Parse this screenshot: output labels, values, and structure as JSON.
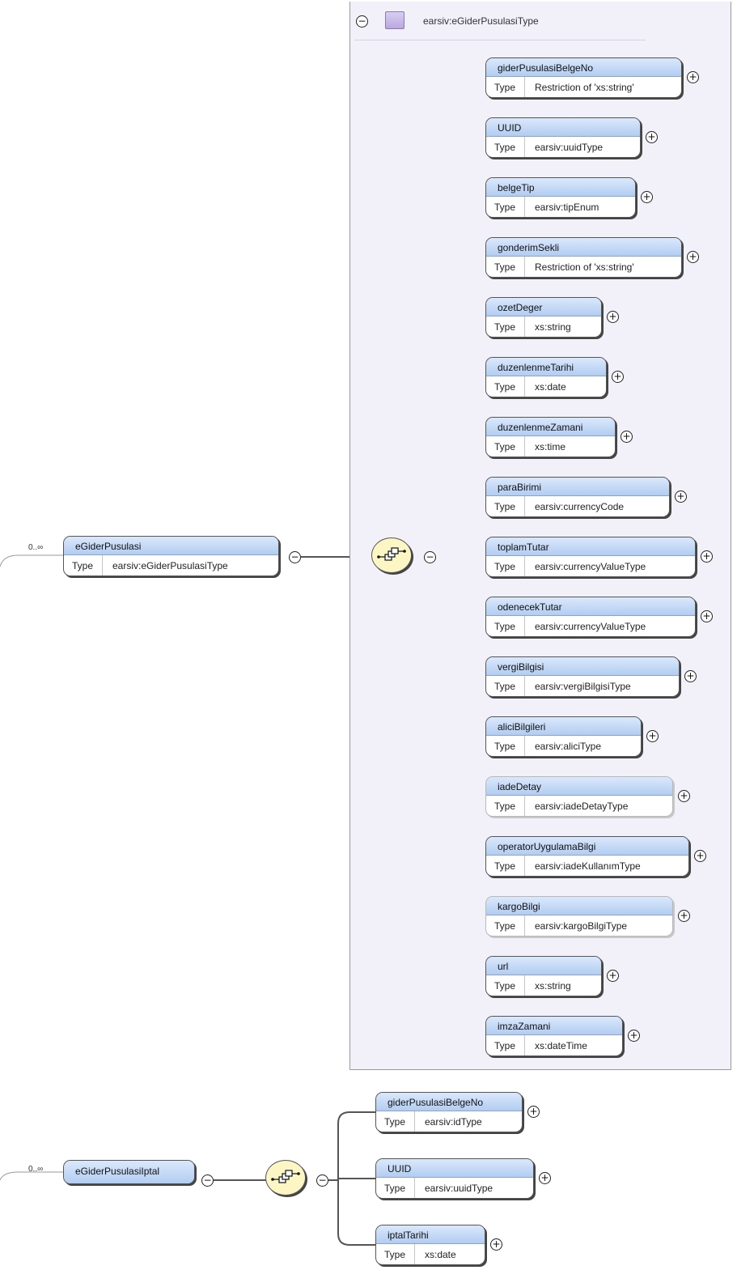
{
  "complex_type": {
    "name": "earsiv:eGiderPusulasiType",
    "collapse_symbol": "−",
    "expand_symbol": "+"
  },
  "root_elements": [
    {
      "cardinality": "0..∞",
      "name": "eGiderPusulasi",
      "type_label": "Type",
      "type": "earsiv:eGiderPusulasiType"
    },
    {
      "cardinality": "0..∞",
      "name": "eGiderPusulasiIptal"
    }
  ],
  "pusula_children": [
    {
      "name": "giderPusulasiBelgeNo",
      "type_label": "Type",
      "type": "Restriction of 'xs:string'",
      "optional": false
    },
    {
      "name": "UUID",
      "type_label": "Type",
      "type": "earsiv:uuidType",
      "optional": false
    },
    {
      "name": "belgeTip",
      "type_label": "Type",
      "type": "earsiv:tipEnum",
      "optional": false
    },
    {
      "name": "gonderimSekli",
      "type_label": "Type",
      "type": "Restriction of 'xs:string'",
      "optional": false
    },
    {
      "name": "ozetDeger",
      "type_label": "Type",
      "type": "xs:string",
      "optional": false
    },
    {
      "name": "duzenlenmeTarihi",
      "type_label": "Type",
      "type": "xs:date",
      "optional": false
    },
    {
      "name": "duzenlenmeZamani",
      "type_label": "Type",
      "type": "xs:time",
      "optional": false
    },
    {
      "name": "paraBirimi",
      "type_label": "Type",
      "type": "earsiv:currencyCode",
      "optional": false
    },
    {
      "name": "toplamTutar",
      "type_label": "Type",
      "type": "earsiv:currencyValueType",
      "optional": false
    },
    {
      "name": "odenecekTutar",
      "type_label": "Type",
      "type": "earsiv:currencyValueType",
      "optional": false
    },
    {
      "name": "vergiBilgisi",
      "type_label": "Type",
      "type": "earsiv:vergiBilgisiType",
      "optional": false
    },
    {
      "name": "aliciBilgileri",
      "type_label": "Type",
      "type": "earsiv:aliciType",
      "optional": false
    },
    {
      "name": "iadeDetay",
      "type_label": "Type",
      "type": "earsiv:iadeDetayType",
      "optional": true
    },
    {
      "name": "operatorUygulamaBilgi",
      "type_label": "Type",
      "type": "earsiv:iadeKullanımType",
      "optional": false
    },
    {
      "name": "kargoBilgi",
      "type_label": "Type",
      "type": "earsiv:kargoBilgiType",
      "optional": true
    },
    {
      "name": "url",
      "type_label": "Type",
      "type": "xs:string",
      "optional": false
    },
    {
      "name": "imzaZamani",
      "type_label": "Type",
      "type": "xs:dateTime",
      "optional": false
    }
  ],
  "iptal_children": [
    {
      "name": "giderPusulasiBelgeNo",
      "type_label": "Type",
      "type": "earsiv:idType",
      "optional": false
    },
    {
      "name": "UUID",
      "type_label": "Type",
      "type": "earsiv:uuidType",
      "optional": false
    },
    {
      "name": "iptalTarihi",
      "type_label": "Type",
      "type": "xs:date",
      "optional": false
    }
  ],
  "colors": {
    "element_header": "#b2cdf2",
    "sequence_fill": "#fbf6c4",
    "complex_panel": "#f2f0f9"
  }
}
